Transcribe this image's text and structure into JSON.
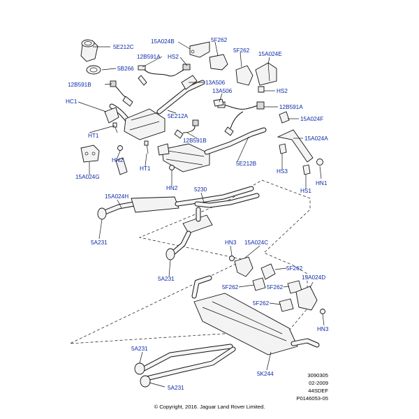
{
  "labels": {
    "l_5E212C": "5E212C",
    "l_15A024B": "15A024B",
    "l_5F262_a": "5F262",
    "l_12B591A_a": "12B591A",
    "l_HS2_a": "HS2",
    "l_5F262_b": "5F262",
    "l_15A024E": "15A024E",
    "l_5B266": "5B266",
    "l_13A506_a": "13A506",
    "l_12B591B_a": "12B591B",
    "l_HS2_b": "HS2",
    "l_13A506_b": "13A506",
    "l_HC1": "HC1",
    "l_12B591A_b": "12B591A",
    "l_5E212A": "5E212A",
    "l_15A024F": "15A024F",
    "l_HT1_a": "HT1",
    "l_12B591B_b": "12B591B",
    "l_15A024A": "15A024A",
    "l_HN2_a": "HN2",
    "l_HT1_b": "HT1",
    "l_5E212B": "5E212B",
    "l_15A024G": "15A024G",
    "l_HS3": "HS3",
    "l_HN1": "HN1",
    "l_HN2_b": "HN2",
    "l_HS1": "HS1",
    "l_15A024H": "15A024H",
    "l_5230": "5230",
    "l_5A231_a": "5A231",
    "l_HN3_a": "HN3",
    "l_15A024C": "15A024C",
    "l_5F262_c": "5F262",
    "l_5A231_b": "5A231",
    "l_5F262_d": "5F262",
    "l_5F262_e": "5F262",
    "l_15A024D": "15A024D",
    "l_5F262_f": "5F262",
    "l_HN3_b": "HN3",
    "l_5A231_c": "5A231",
    "l_5K244": "5K244",
    "l_5A231_d": "5A231"
  },
  "footer": {
    "ref_number": "3090305",
    "date": "02-2009",
    "code": "44SDEF",
    "illustration_id": "P0146053-05",
    "copyright": "© Copyright, 2016. Jaguar Land Rover Limited."
  }
}
